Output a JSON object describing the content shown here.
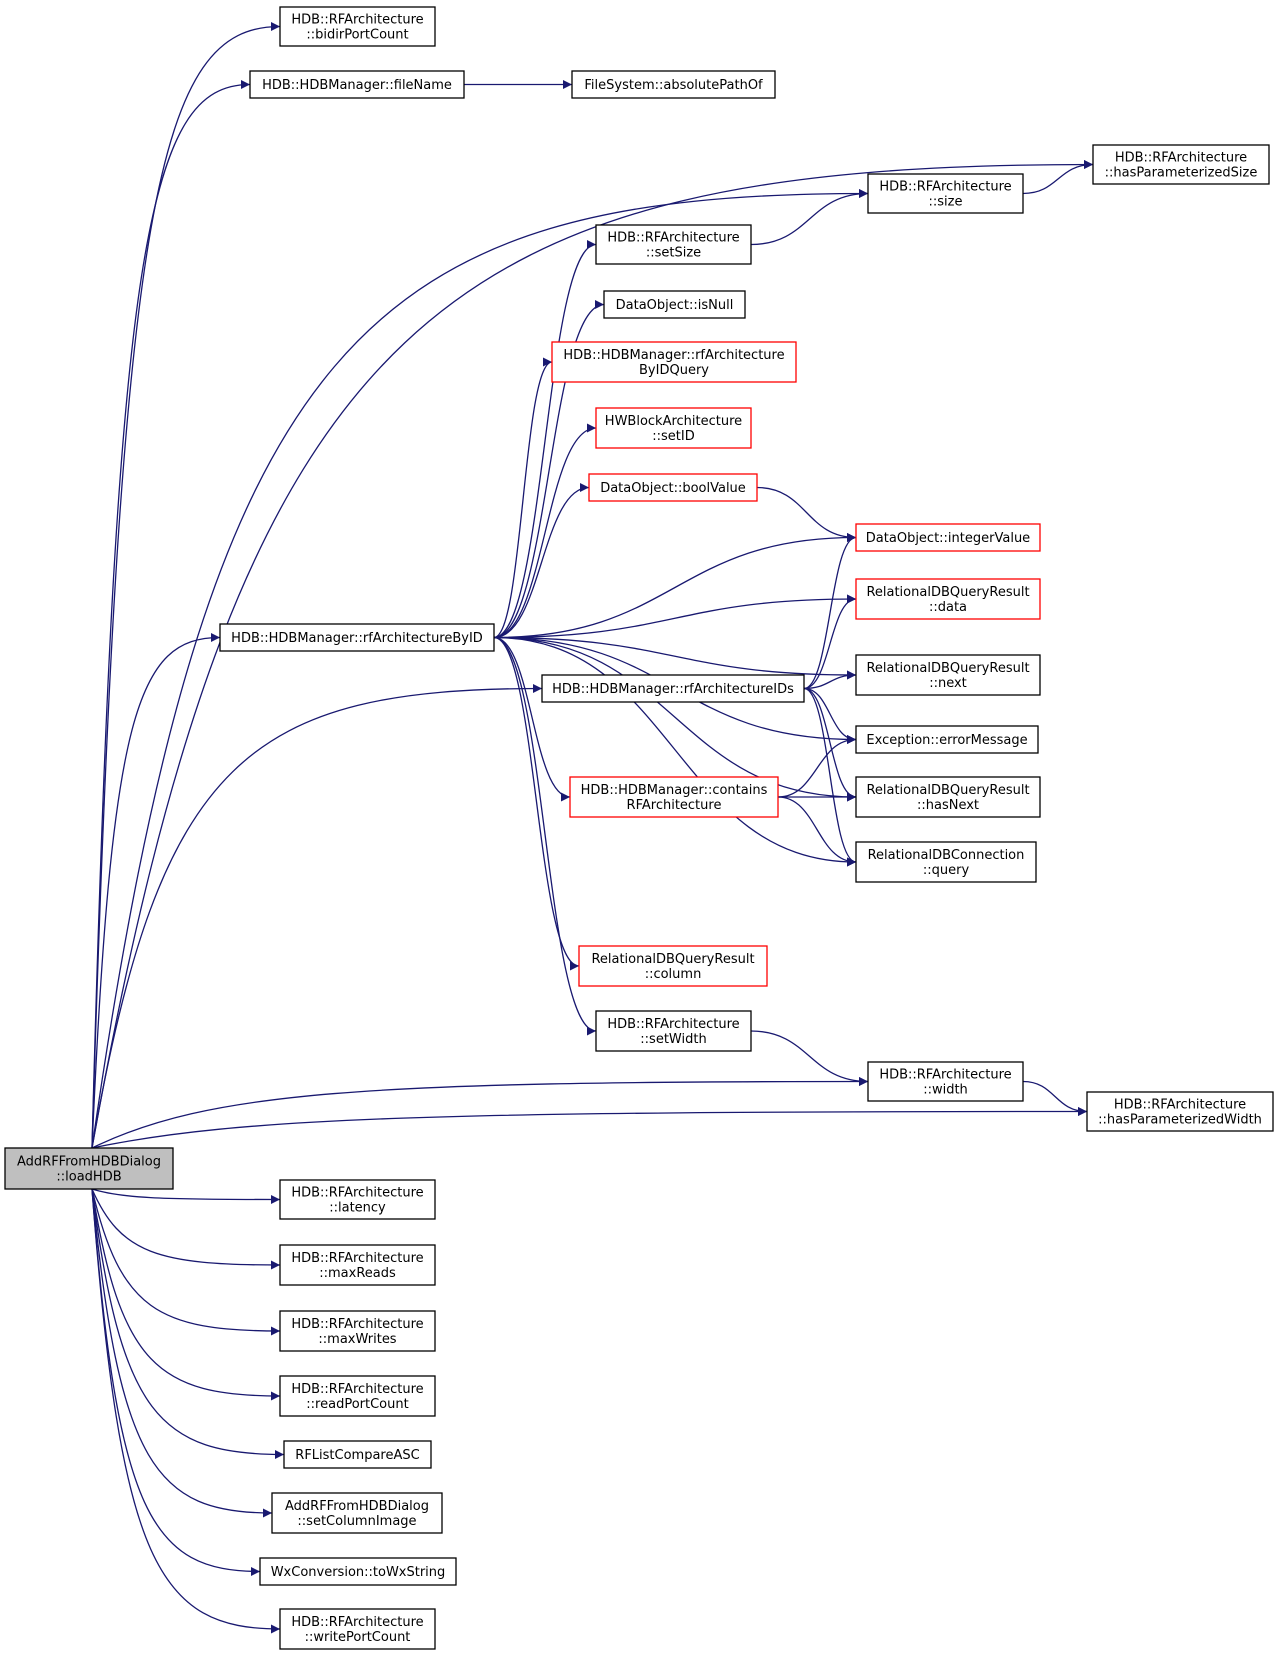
{
  "colors": {
    "edge": "#191970",
    "node_border": "#000000",
    "node_border_incomplete": "#ff0000",
    "node_fill": "#ffffff",
    "root_fill": "#bfbfbf"
  },
  "nodes": {
    "root": {
      "lines": [
        "AddRFFromHDBDialog",
        "::loadHDB"
      ],
      "border": "black"
    },
    "bidirPortCount": {
      "lines": [
        "HDB::RFArchitecture",
        "::bidirPortCount"
      ],
      "border": "black"
    },
    "fileName": {
      "lines": [
        "HDB::HDBManager::fileName"
      ],
      "border": "black"
    },
    "absolutePathOf": {
      "lines": [
        "FileSystem::absolutePathOf"
      ],
      "border": "black"
    },
    "hasParameterizedSize": {
      "lines": [
        "HDB::RFArchitecture",
        "::hasParameterizedSize"
      ],
      "border": "black"
    },
    "size": {
      "lines": [
        "HDB::RFArchitecture",
        "::size"
      ],
      "border": "black"
    },
    "setSize": {
      "lines": [
        "HDB::RFArchitecture",
        "::setSize"
      ],
      "border": "black"
    },
    "isNull": {
      "lines": [
        "DataObject::isNull"
      ],
      "border": "black"
    },
    "rfArchByIDQuery": {
      "lines": [
        "HDB::HDBManager::rfArchitecture",
        "ByIDQuery"
      ],
      "border": "red"
    },
    "setID": {
      "lines": [
        "HWBlockArchitecture",
        "::setID"
      ],
      "border": "red"
    },
    "boolValue": {
      "lines": [
        "DataObject::boolValue"
      ],
      "border": "red"
    },
    "integerValue": {
      "lines": [
        "DataObject::integerValue"
      ],
      "border": "red"
    },
    "data": {
      "lines": [
        "RelationalDBQueryResult",
        "::data"
      ],
      "border": "red"
    },
    "rfArchitectureByID": {
      "lines": [
        "HDB::HDBManager::rfArchitectureByID"
      ],
      "border": "black"
    },
    "next": {
      "lines": [
        "RelationalDBQueryResult",
        "::next"
      ],
      "border": "black"
    },
    "rfArchitectureIDs": {
      "lines": [
        "HDB::HDBManager::rfArchitectureIDs"
      ],
      "border": "black"
    },
    "errorMessage": {
      "lines": [
        "Exception::errorMessage"
      ],
      "border": "black"
    },
    "containsRF": {
      "lines": [
        "HDB::HDBManager::contains",
        "RFArchitecture"
      ],
      "border": "red"
    },
    "hasNext": {
      "lines": [
        "RelationalDBQueryResult",
        "::hasNext"
      ],
      "border": "black"
    },
    "query": {
      "lines": [
        "RelationalDBConnection",
        "::query"
      ],
      "border": "black"
    },
    "column": {
      "lines": [
        "RelationalDBQueryResult",
        "::column"
      ],
      "border": "red"
    },
    "setWidth": {
      "lines": [
        "HDB::RFArchitecture",
        "::setWidth"
      ],
      "border": "black"
    },
    "width": {
      "lines": [
        "HDB::RFArchitecture",
        "::width"
      ],
      "border": "black"
    },
    "hasParameterizedWidth": {
      "lines": [
        "HDB::RFArchitecture",
        "::hasParameterizedWidth"
      ],
      "border": "black"
    },
    "latency": {
      "lines": [
        "HDB::RFArchitecture",
        "::latency"
      ],
      "border": "black"
    },
    "maxReads": {
      "lines": [
        "HDB::RFArchitecture",
        "::maxReads"
      ],
      "border": "black"
    },
    "maxWrites": {
      "lines": [
        "HDB::RFArchitecture",
        "::maxWrites"
      ],
      "border": "black"
    },
    "readPortCount": {
      "lines": [
        "HDB::RFArchitecture",
        "::readPortCount"
      ],
      "border": "black"
    },
    "rfListCompareASC": {
      "lines": [
        "RFListCompareASC"
      ],
      "border": "black"
    },
    "setColumnImage": {
      "lines": [
        "AddRFFromHDBDialog",
        "::setColumnImage"
      ],
      "border": "black"
    },
    "toWxString": {
      "lines": [
        "WxConversion::toWxString"
      ],
      "border": "black"
    },
    "writePortCount": {
      "lines": [
        "HDB::RFArchitecture",
        "::writePortCount"
      ],
      "border": "black"
    }
  },
  "edges": [
    [
      "root",
      "bidirPortCount"
    ],
    [
      "root",
      "fileName"
    ],
    [
      "fileName",
      "absolutePathOf"
    ],
    [
      "root",
      "hasParameterizedSize"
    ],
    [
      "root",
      "size"
    ],
    [
      "size",
      "hasParameterizedSize"
    ],
    [
      "setSize",
      "size"
    ],
    [
      "root",
      "rfArchitectureByID"
    ],
    [
      "rfArchitectureByID",
      "setSize"
    ],
    [
      "rfArchitectureByID",
      "isNull"
    ],
    [
      "rfArchitectureByID",
      "rfArchByIDQuery"
    ],
    [
      "rfArchitectureByID",
      "setID"
    ],
    [
      "rfArchitectureByID",
      "boolValue"
    ],
    [
      "boolValue",
      "integerValue"
    ],
    [
      "rfArchitectureByID",
      "integerValue"
    ],
    [
      "rfArchitectureByID",
      "data"
    ],
    [
      "rfArchitectureByID",
      "next"
    ],
    [
      "rfArchitectureByID",
      "errorMessage"
    ],
    [
      "rfArchitectureByID",
      "containsRF"
    ],
    [
      "rfArchitectureByID",
      "hasNext"
    ],
    [
      "rfArchitectureByID",
      "query"
    ],
    [
      "rfArchitectureByID",
      "column"
    ],
    [
      "rfArchitectureByID",
      "setWidth"
    ],
    [
      "root",
      "rfArchitectureIDs"
    ],
    [
      "rfArchitectureIDs",
      "integerValue"
    ],
    [
      "rfArchitectureIDs",
      "data"
    ],
    [
      "rfArchitectureIDs",
      "next"
    ],
    [
      "rfArchitectureIDs",
      "errorMessage"
    ],
    [
      "rfArchitectureIDs",
      "hasNext"
    ],
    [
      "rfArchitectureIDs",
      "query"
    ],
    [
      "containsRF",
      "errorMessage"
    ],
    [
      "containsRF",
      "hasNext"
    ],
    [
      "containsRF",
      "query"
    ],
    [
      "setWidth",
      "width"
    ],
    [
      "root",
      "width"
    ],
    [
      "width",
      "hasParameterizedWidth"
    ],
    [
      "root",
      "hasParameterizedWidth"
    ],
    [
      "root",
      "latency"
    ],
    [
      "root",
      "maxReads"
    ],
    [
      "root",
      "maxWrites"
    ],
    [
      "root",
      "readPortCount"
    ],
    [
      "root",
      "rfListCompareASC"
    ],
    [
      "root",
      "setColumnImage"
    ],
    [
      "root",
      "toWxString"
    ],
    [
      "root",
      "writePortCount"
    ]
  ]
}
